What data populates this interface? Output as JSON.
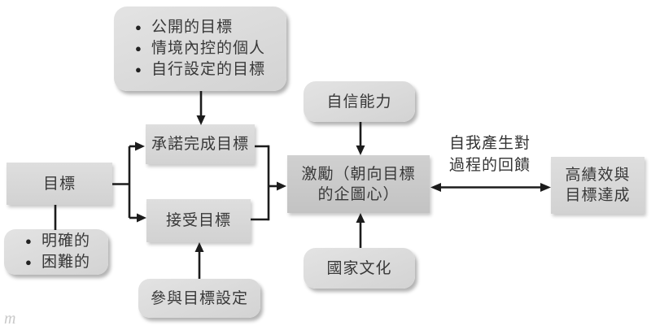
{
  "diagram": {
    "nodes": {
      "antecedents": {
        "bullets": [
          "公開的目標",
          "情境內控的個人",
          "自行設定的目標"
        ]
      },
      "commit": {
        "label": "承諾完成目標"
      },
      "goal": {
        "label": "目標"
      },
      "goal_attributes": {
        "bullets": [
          "明確的",
          "困難的"
        ]
      },
      "accept": {
        "label": "接受目標"
      },
      "participation": {
        "label": "參與目標設定"
      },
      "self_efficacy": {
        "label": "自信能力"
      },
      "motivation": {
        "label_line1": "激勵（朝向目標",
        "label_line2": "的企圖心）"
      },
      "national_culture": {
        "label": "國家文化"
      },
      "outcome": {
        "label_line1": "高績效與",
        "label_line2": "目標達成"
      },
      "feedback": {
        "label_line1": "自我產生對",
        "label_line2": "過程的回饋"
      }
    },
    "watermark": "m",
    "colors": {
      "box_fill": "#d6d6d6",
      "box_fill_dark": "#c8c8c8",
      "arrow": "#1c1c1c",
      "text": "#383838",
      "background": "#ffffff"
    }
  }
}
